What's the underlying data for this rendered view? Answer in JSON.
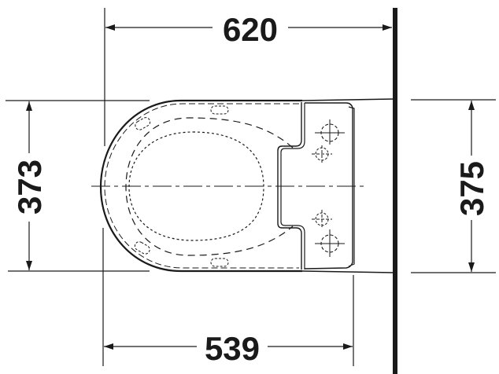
{
  "drawing": {
    "title": "Wall-hung toilet with seat - top view",
    "view": "plan",
    "line_color": "#1a1a1a",
    "background": "#ffffff"
  },
  "dimensions": {
    "overall_depth": {
      "value": "620",
      "orientation": "horizontal",
      "position": "top"
    },
    "bowl_width": {
      "value": "373",
      "orientation": "vertical",
      "position": "left"
    },
    "rear_width": {
      "value": "375",
      "orientation": "vertical",
      "position": "right"
    },
    "bowl_depth": {
      "value": "539",
      "orientation": "horizontal",
      "position": "bottom"
    }
  },
  "components": {
    "wall": "wall-line",
    "bowl": "bowl-outline",
    "seat": "seat-outline-dashed",
    "seat_opening": "seat-opening-dotted",
    "seat_buffers": 4,
    "hinge_block": "rear-hinge-block",
    "fixing_points": 4
  }
}
